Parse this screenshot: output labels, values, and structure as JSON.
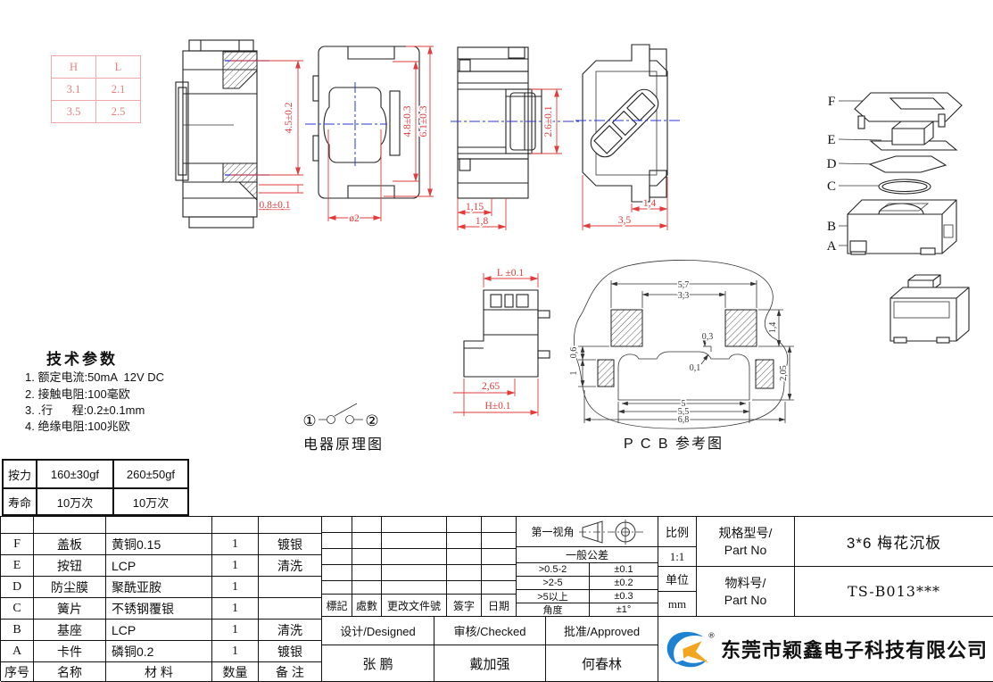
{
  "hl_table": {
    "headers": [
      "H",
      "L"
    ],
    "rows": [
      [
        "3.1",
        "2.1"
      ],
      [
        "3.5",
        "2.5"
      ]
    ]
  },
  "views": {
    "side": {
      "height_dim": "4.5±0.2",
      "bottom_dim": "0.8±0.1"
    },
    "top": {
      "inner_dim": "4.8±0.3",
      "outer_dim": "6.1±0.3",
      "diameter_dim": "ø2"
    },
    "front": {
      "height_dim": "2.6±0.1",
      "pin_dim": "1,15",
      "pitch_dim": "1,8"
    },
    "back": {
      "inner_dim": "1,4",
      "outer_dim": "3,5"
    },
    "l_view": {
      "top_dim": "L ±0.1",
      "width_dim": "2,65",
      "bottom_dim": "H±0.1"
    }
  },
  "exploded": {
    "labels": [
      "F",
      "E",
      "D",
      "C",
      "B",
      "A"
    ]
  },
  "pcb": {
    "title": "P C B 参考图",
    "dim_top_outer": "5,7",
    "dim_top_inner": "3,3",
    "dim_right_upper": "1,4",
    "dim_right_lower": "2,05",
    "dim_left_upper": "0,6",
    "dim_left_lower": "1",
    "dim_center_upper": "0,3",
    "dim_center_lower": "0,1",
    "dim_bottom_1": "5",
    "dim_bottom_2": "5,5",
    "dim_bottom_3": "6,8"
  },
  "tech_params": {
    "title": "技术参数",
    "items": [
      "1. 额定电流:50mA  12V DC",
      "2. 接触电阻:100毫欧",
      "3. .行      程:0.2±0.1mm",
      "4. 绝缘电阻:100兆欧"
    ]
  },
  "circuit": {
    "title": "电器原理图",
    "pin1": "①",
    "pin2": "②"
  },
  "force_table": {
    "rows": [
      [
        "按力",
        "160±30gf",
        "260±50gf"
      ],
      [
        "寿命",
        "10万次",
        "10万次"
      ]
    ]
  },
  "parts_table": {
    "header": [
      "序号",
      "名称",
      "材  料",
      "数量",
      "备  注"
    ],
    "rows": [
      [
        "F",
        "盖板",
        "黄铜0.15",
        "1",
        "镀银"
      ],
      [
        "E",
        "按钮",
        "LCP",
        "1",
        "清洗"
      ],
      [
        "D",
        "防尘膜",
        "聚酰亚胺",
        "1",
        ""
      ],
      [
        "C",
        "簧片",
        "不锈钢覆银",
        "1",
        ""
      ],
      [
        "B",
        "基座",
        "LCP",
        "1",
        "清洗"
      ],
      [
        "A",
        "卡件",
        "磷铜0.2",
        "1",
        "镀银"
      ]
    ]
  },
  "revision_row": [
    "標記",
    "處數",
    "更改文件號",
    "簽字",
    "日期"
  ],
  "tolerance": {
    "view_angle_label": "第一视角",
    "header": "一般公差",
    "rows": [
      [
        ">0.5-2",
        "±0.1"
      ],
      [
        ">2-5",
        "±0.2"
      ],
      [
        ">5以上",
        "±0.3"
      ],
      [
        "角度",
        "±1°"
      ]
    ]
  },
  "title_block": {
    "scale_label": "比例",
    "scale_value": "1:1",
    "unit_label": "单位",
    "unit_value": "mm",
    "spec_label_cn": "规格型号/",
    "spec_label_en": "Part No",
    "spec_value": "3*6 梅花沉板",
    "mat_label_cn": "物料号/",
    "mat_label_en": "Part No",
    "mat_value": "TS-B013***",
    "designed_label": "设计/Designed",
    "checked_label": "审核/Checked",
    "approved_label": "批准/Approved",
    "designed_name": "张 鹏",
    "checked_name": "戴加强",
    "approved_name": "何春林",
    "company": "东莞市颖鑫电子科技有限公司",
    "reg_mark": "®"
  },
  "colors": {
    "dim_red": "#e23b3b",
    "centerline_blue": "#2a35d8",
    "table_pink": "#e8807e",
    "logo_blue": "#1e82d2",
    "logo_yellow": "#f2a51f"
  }
}
